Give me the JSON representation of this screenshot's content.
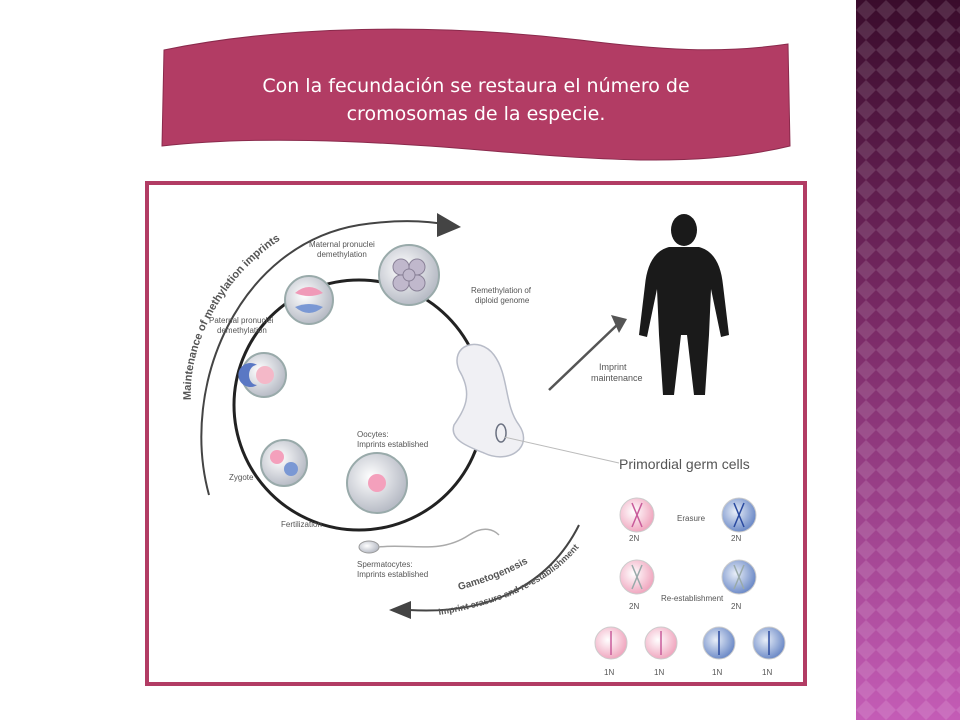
{
  "banner": {
    "line1": "Con la fecundación se restaura el número de",
    "line2": "cromosomas de la especie."
  },
  "diagram": {
    "arc_top_label": "Maintenance of methylation imprints",
    "arc_bottom_label_1": "Gametogenesis",
    "arc_bottom_label_2": "Imprint erasure and re-establishment",
    "maternal_1": "Maternal pronuclei",
    "maternal_2": "demethylation",
    "paternal_1": "Paternal pronuclei",
    "paternal_2": "demethylation",
    "remethyl_1": "Remethylation of",
    "remethyl_2": "diploid genome",
    "zygote": "Zygote",
    "fertilization": "Fertilization",
    "oocytes_1": "Oocytes:",
    "oocytes_2": "Imprints established",
    "sperm_1": "Spermatocytes:",
    "sperm_2": "Imprints established",
    "imprint_1": "Imprint",
    "imprint_2": "maintenance",
    "pgc": "Primordial germ cells",
    "erasure": "Erasure",
    "reest": "Re-establishment",
    "n2": "2N",
    "n1": "1N"
  },
  "colors": {
    "banner": "#b23c64",
    "frame": "#b23c64",
    "strip_dark": "#4a1238",
    "strip_light": "#c85ab4",
    "pink_cell": "#f4b8c8",
    "blue_cell": "#8fa8d8"
  },
  "icons": [
    "human-silhouette-icon",
    "embryo-icon",
    "sperm-icon"
  ]
}
